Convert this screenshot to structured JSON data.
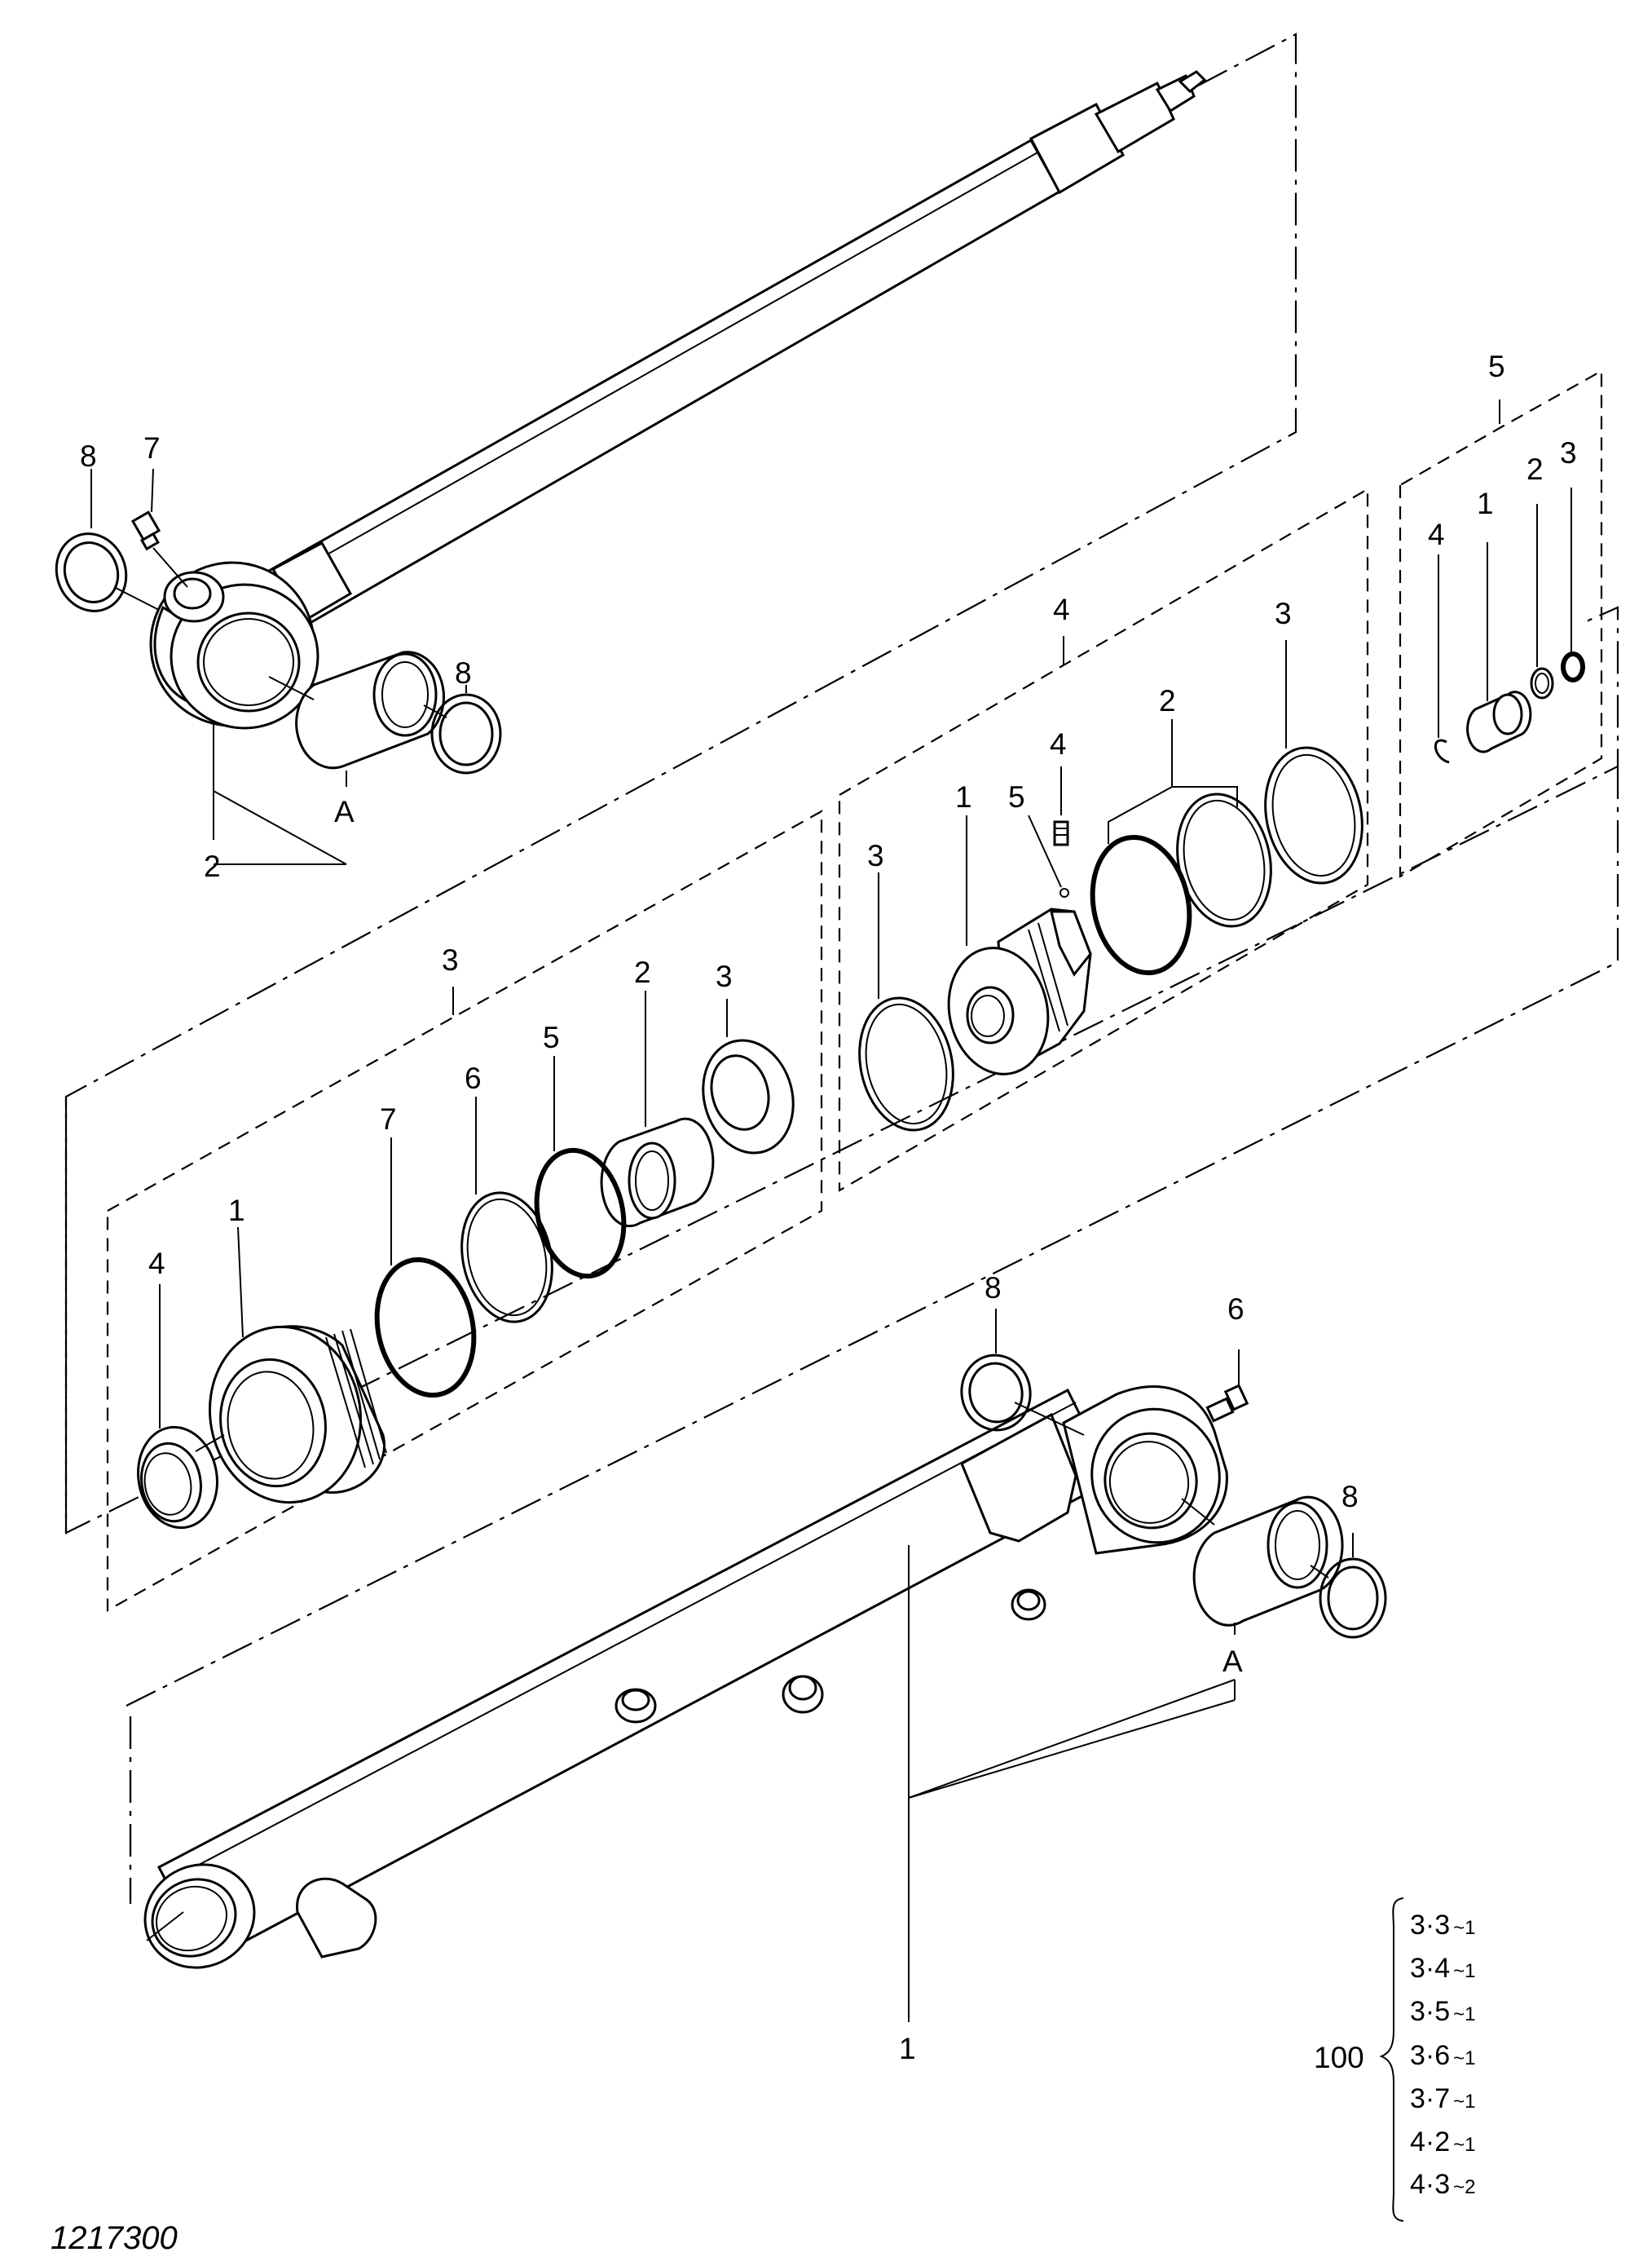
{
  "figure_number": "1217300",
  "rod_assembly": {
    "callouts": [
      "8",
      "7",
      "8",
      "A",
      "2"
    ]
  },
  "group_3": {
    "group_label": "3",
    "callouts": [
      "3",
      "2",
      "5",
      "6",
      "7",
      "1",
      "4"
    ]
  },
  "group_4": {
    "group_label": "4",
    "callouts": [
      "3",
      "1",
      "5",
      "4",
      "2",
      "3"
    ]
  },
  "group_5": {
    "group_label": "5",
    "callouts": [
      "4",
      "1",
      "2",
      "3"
    ]
  },
  "tube_assembly": {
    "callouts": [
      "8",
      "6",
      "8",
      "A",
      "1"
    ]
  },
  "seal_kit": {
    "kit_label": "100",
    "items": [
      {
        "ref": "3·3",
        "sep": "~",
        "qty": "1"
      },
      {
        "ref": "3·4",
        "sep": "~",
        "qty": "1"
      },
      {
        "ref": "3·5",
        "sep": "~",
        "qty": "1"
      },
      {
        "ref": "3·6",
        "sep": "~",
        "qty": "1"
      },
      {
        "ref": "3·7",
        "sep": "~",
        "qty": "1"
      },
      {
        "ref": "4·2",
        "sep": "~",
        "qty": "1"
      },
      {
        "ref": "4·3",
        "sep": "~",
        "qty": "2"
      }
    ]
  }
}
